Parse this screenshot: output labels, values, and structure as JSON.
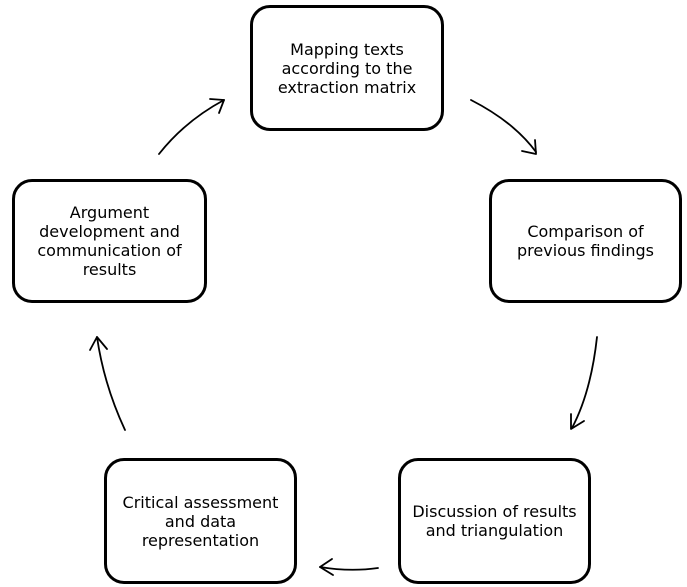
{
  "diagram": {
    "nodes": {
      "mapping": "Mapping texts according to the extraction matrix",
      "comparison": "Comparison of previous findings",
      "discussion": "Discussion of results and triangulation",
      "critical": "Critical assessment and data representation",
      "argument": "Argument development and communication of results"
    },
    "colors": {
      "stroke": "#000000",
      "fill": "#ffffff"
    }
  }
}
